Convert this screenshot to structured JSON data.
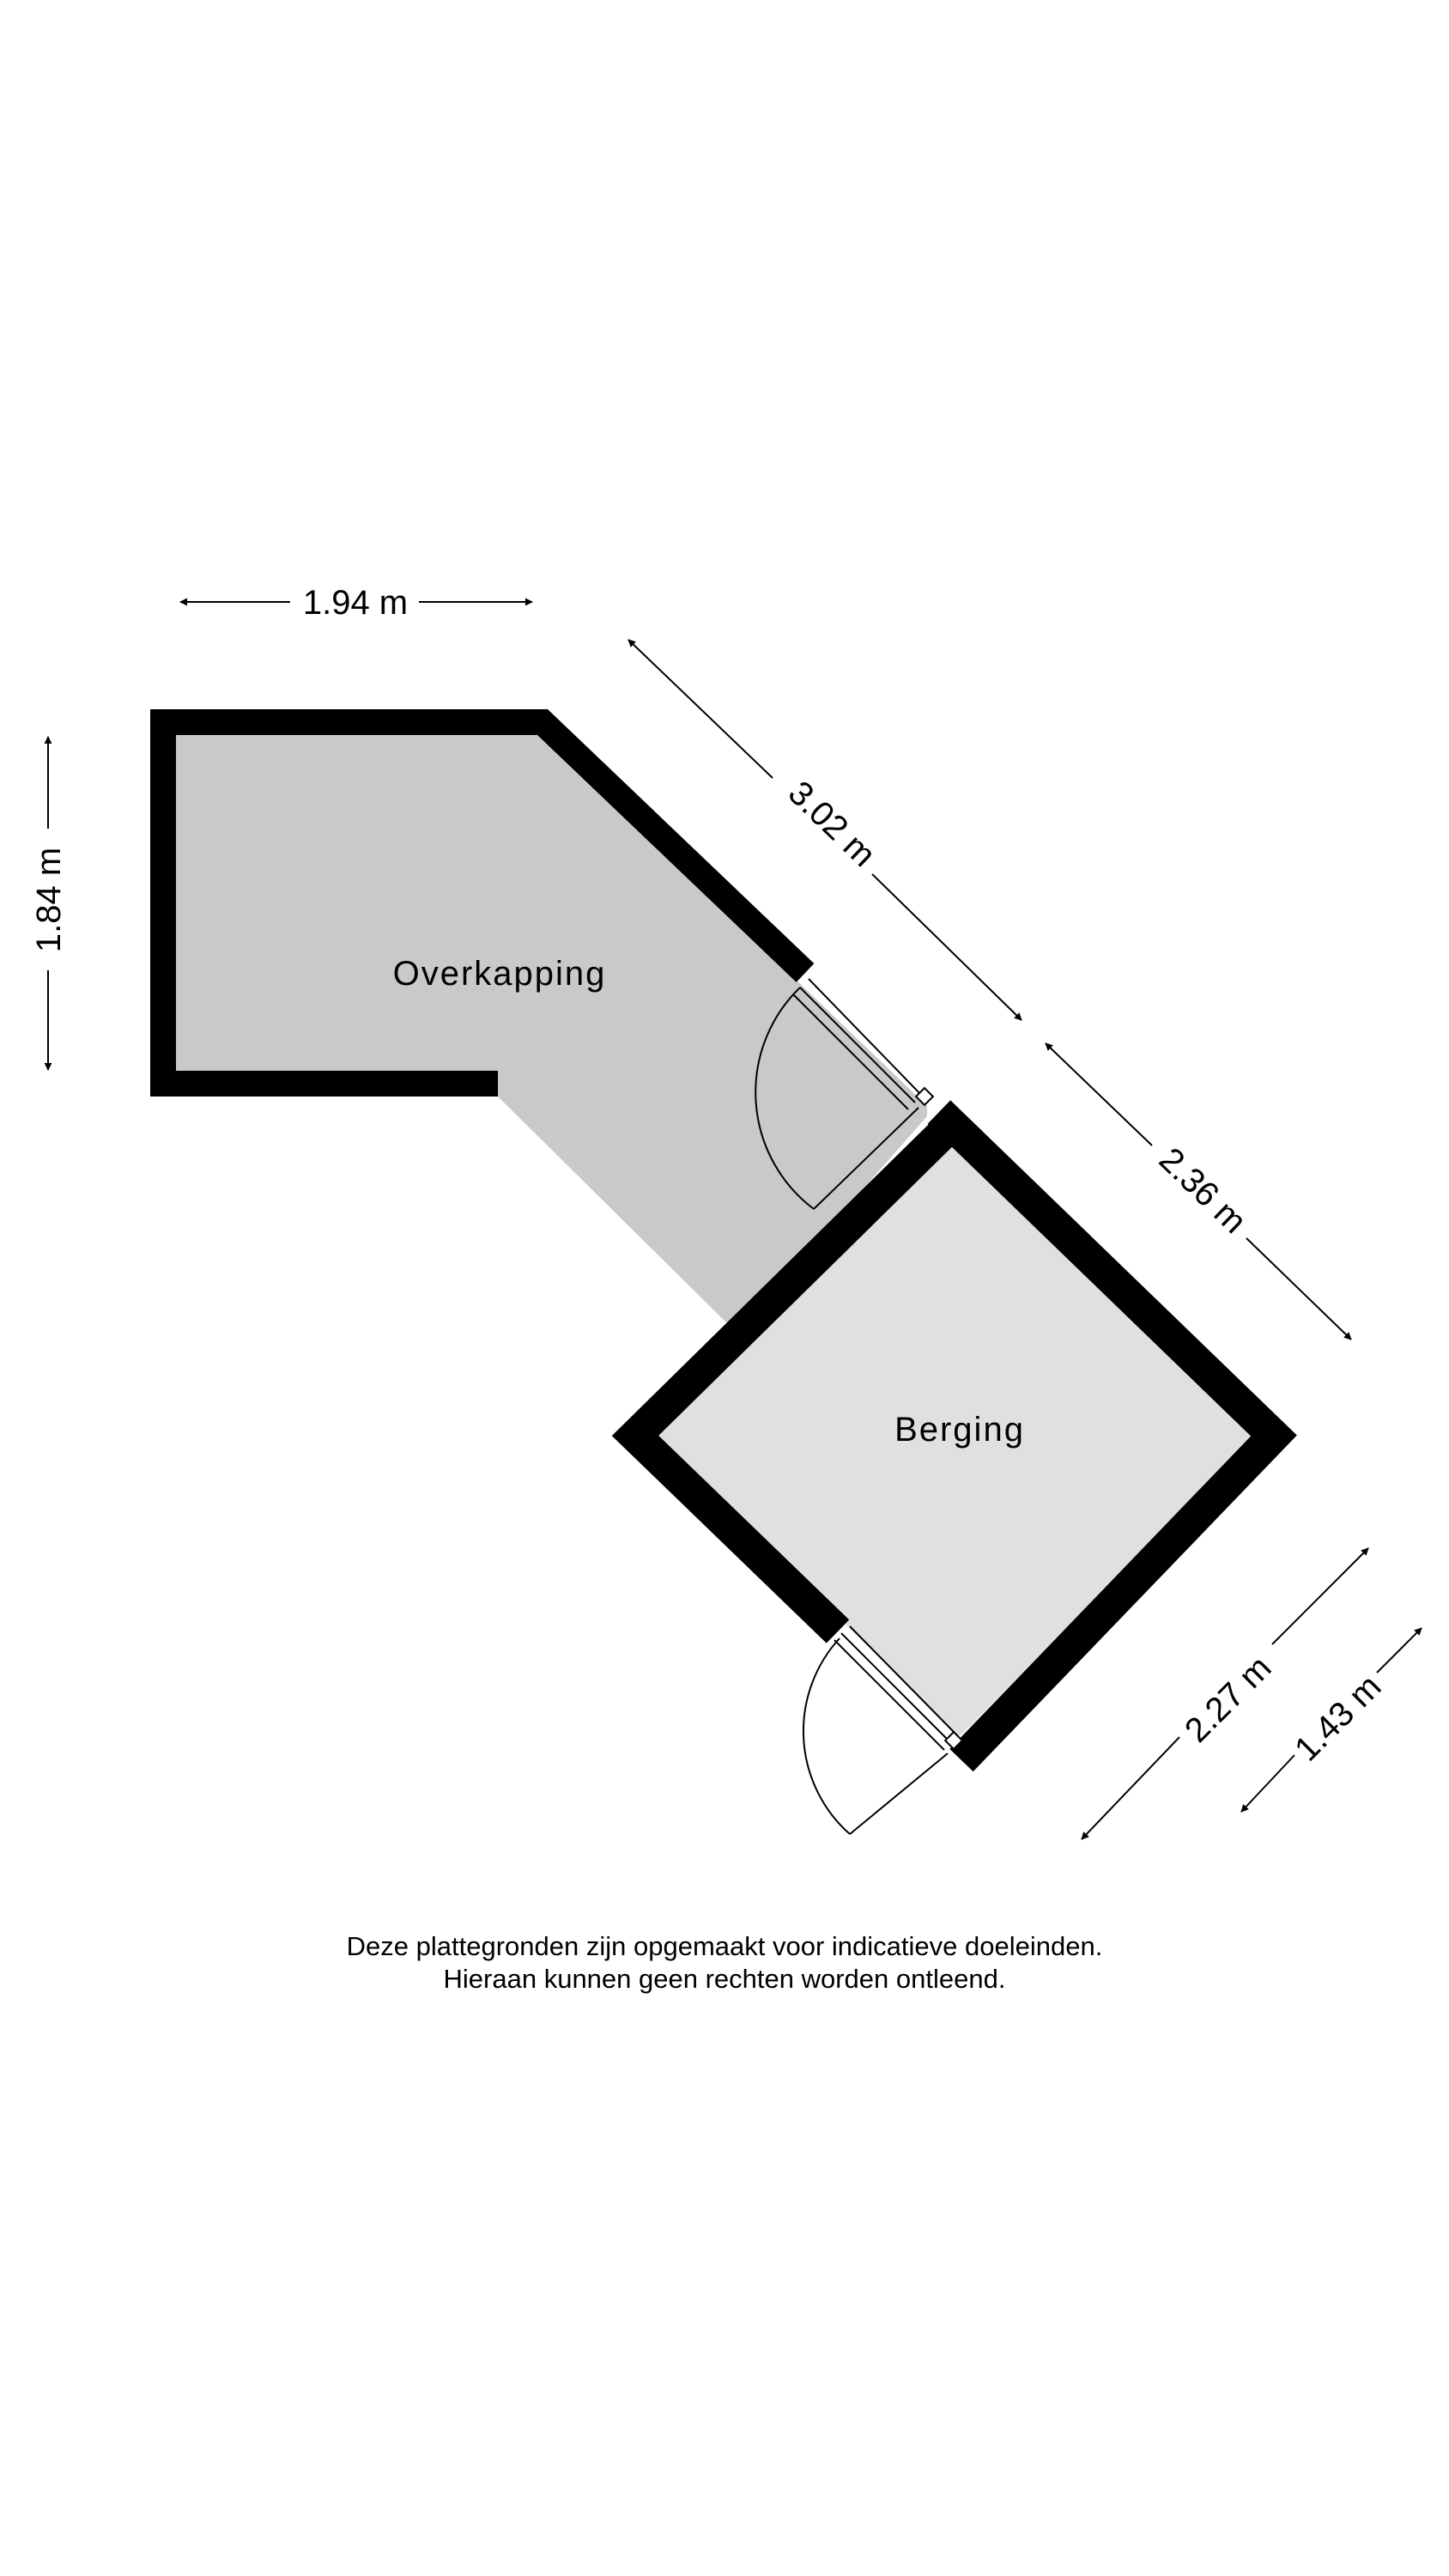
{
  "rooms": {
    "overkapping": {
      "name": "Overkapping",
      "fill": "#c9c9c9"
    },
    "berging": {
      "name": "Berging",
      "fill": "#e1e0de"
    }
  },
  "dimensions": {
    "top_width": "1.94 m",
    "left_height": "1.84 m",
    "diag_upper": "3.02 m",
    "diag_lower": "2.36 m",
    "bottom_a": "2.27 m",
    "bottom_b": "1.43 m"
  },
  "disclaimer": {
    "line1": "Deze plattegronden zijn opgemaakt voor indicatieve doeleinden.",
    "line2": "Hieraan kunnen geen rechten worden ontleend."
  },
  "colors": {
    "wall": "#000000",
    "background": "#ffffff"
  }
}
